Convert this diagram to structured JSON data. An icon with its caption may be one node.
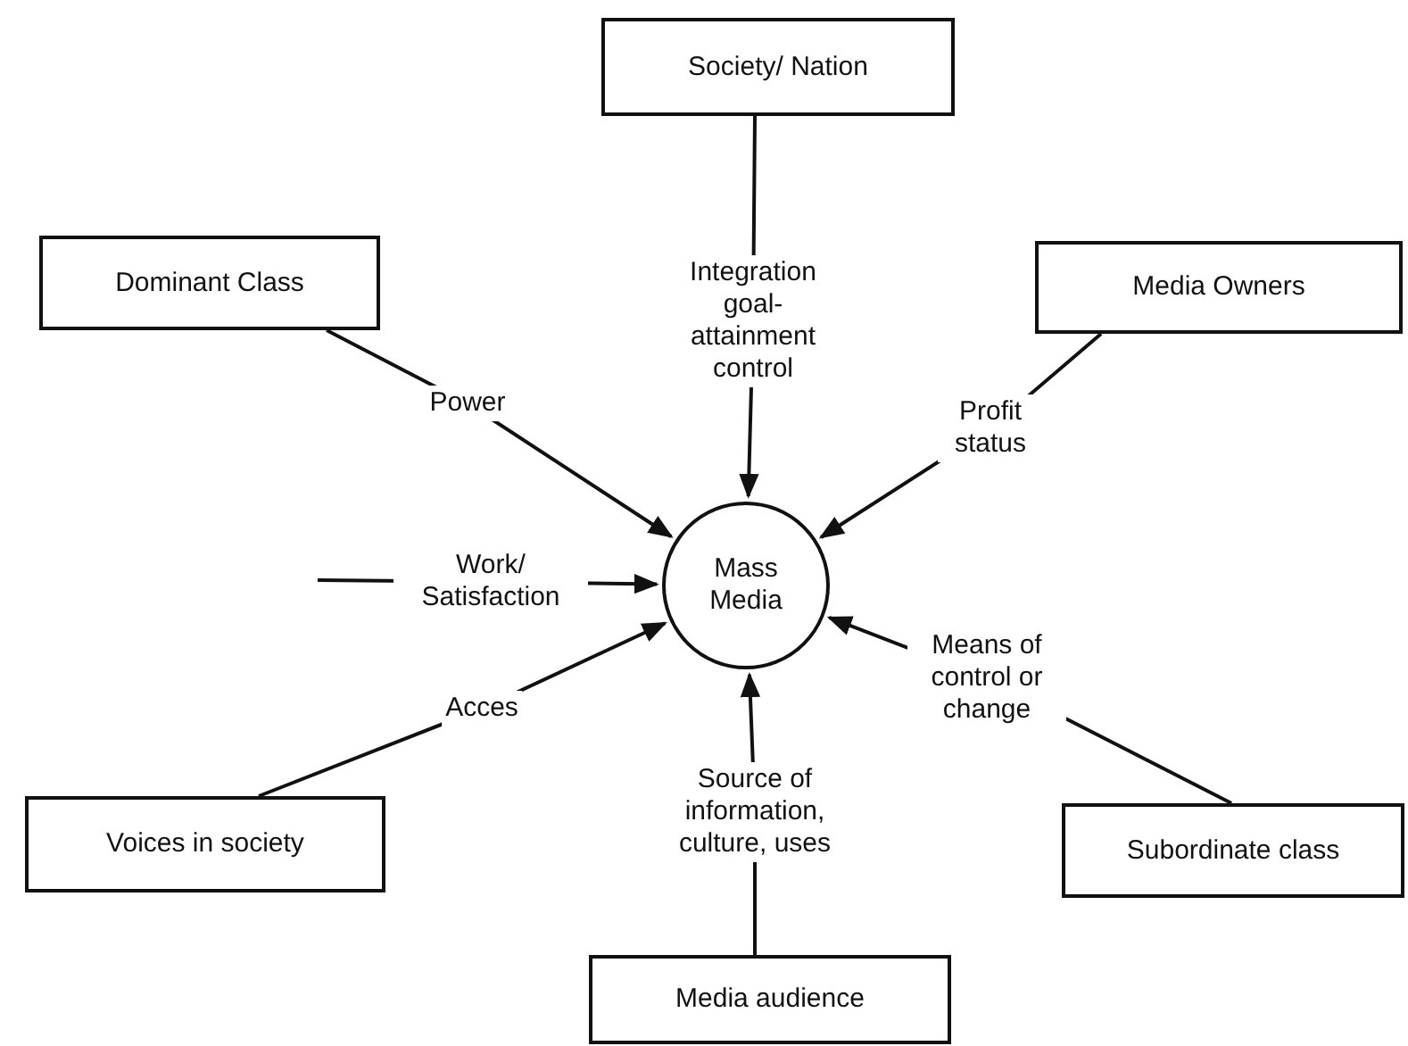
{
  "diagram": {
    "nodes": [
      {
        "text": [
          "Society/ Nation"
        ]
      },
      {
        "text": [
          "Dominant Class"
        ]
      },
      {
        "text": [
          "Media Owners"
        ]
      },
      {
        "text": [
          "Mass Media"
        ]
      },
      {
        "text": [
          "Voices in society"
        ]
      },
      {
        "text": [
          "Subordinate class"
        ]
      },
      {
        "text": [
          "Media audience"
        ]
      }
    ],
    "edges": [
      {
        "from": 0,
        "to": 3,
        "arrow": "to",
        "label": "Integration goal- attainment control"
      },
      {
        "from": 1,
        "to": 3,
        "arrow": "to",
        "label": "Power"
      },
      {
        "from": 2,
        "to": 3,
        "arrow": "to",
        "label": "Profit status"
      },
      {
        "from": null,
        "to": 3,
        "arrow": "to",
        "label": "Work/ Satisfaction"
      },
      {
        "from": 4,
        "to": 3,
        "arrow": "to",
        "label": "Acces"
      },
      {
        "from": 5,
        "to": 3,
        "arrow": "to",
        "label": "Means of control or change"
      },
      {
        "from": 6,
        "to": 3,
        "arrow": "to",
        "label": "Source of information, culture, uses"
      }
    ]
  }
}
